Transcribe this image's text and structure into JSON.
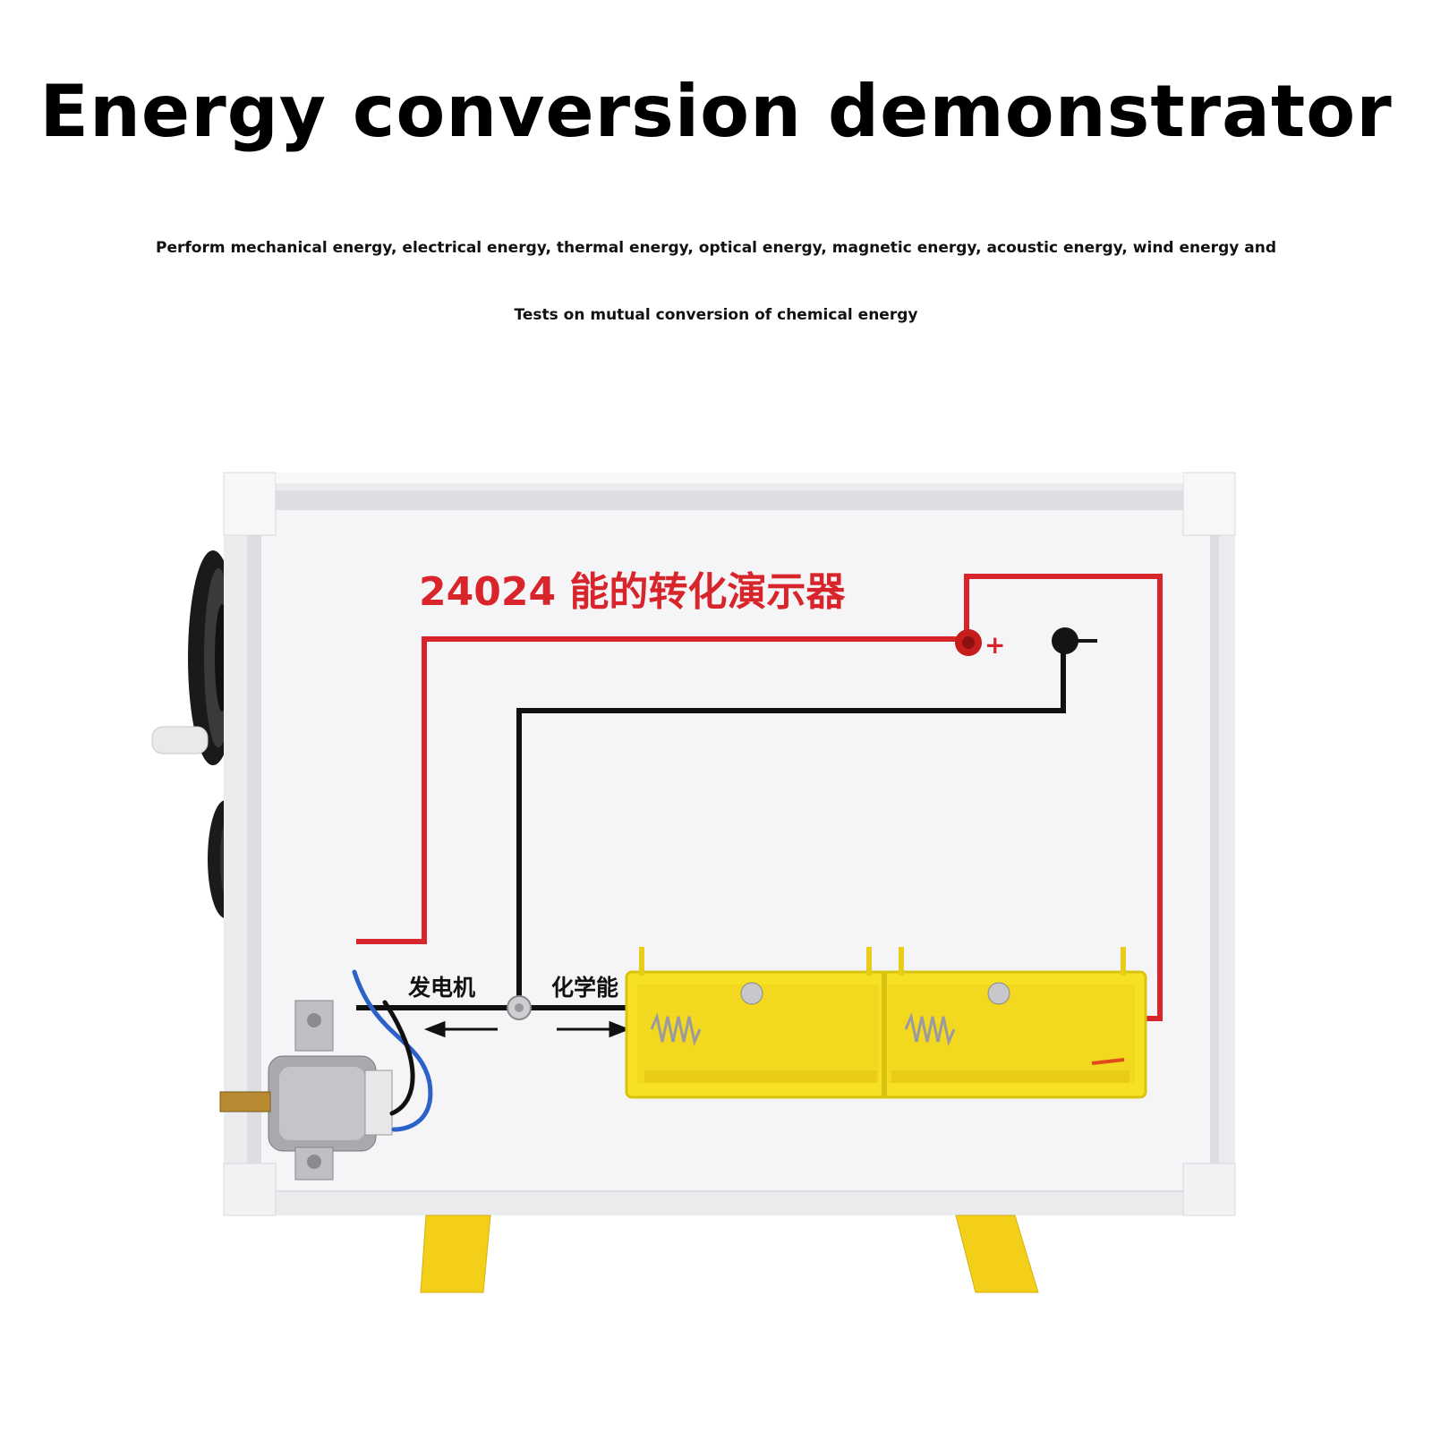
{
  "header": {
    "title": "Energy conversion demonstrator",
    "subtitle_line1": "Perform mechanical energy, electrical energy, thermal energy, optical energy, magnetic energy, acoustic energy, wind energy and",
    "subtitle_line2": "Tests on mutual conversion of chemical energy"
  },
  "board": {
    "label": "24024 能的转化演示器",
    "left_label": "发电机",
    "right_label": "化学能",
    "plus_sign": "+"
  },
  "colors": {
    "red_line": "#d7252b",
    "black_line": "#111111",
    "battery_yellow": "#f7e125",
    "board_white": "#f4f4f6",
    "frame_gray": "#e6e6ea"
  }
}
